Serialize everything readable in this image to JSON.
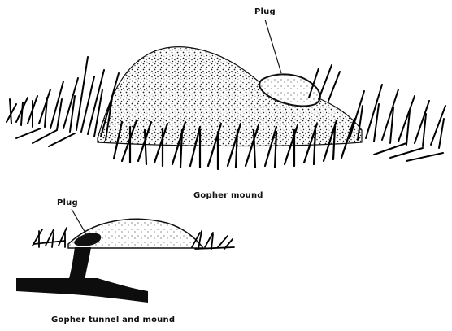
{
  "figure": {
    "top": {
      "plug_label": "Plug",
      "caption": "Gopher mound"
    },
    "bottom": {
      "plug_label": "Plug",
      "caption": "Gopher tunnel and mound"
    }
  }
}
